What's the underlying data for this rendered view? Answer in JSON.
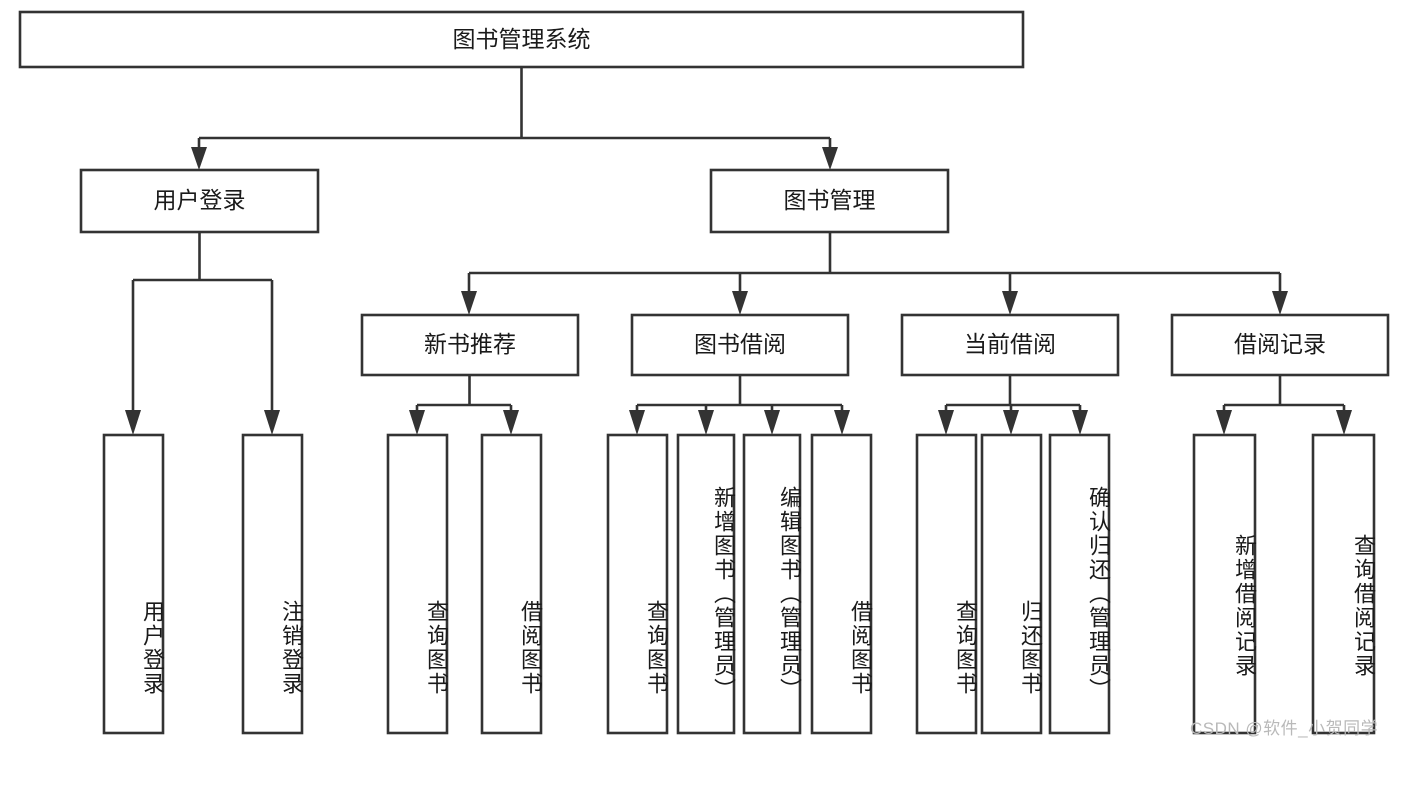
{
  "diagram": {
    "type": "tree",
    "title": "图书管理系统",
    "watermark": "CSDN @软件_小贺同学",
    "colors": {
      "stroke": "#333333",
      "box_fill": "#ffffff",
      "text": "#1a1a1a",
      "watermark": "#b9b9b9",
      "background": "#ffffff"
    },
    "levels": {
      "root": {
        "label": "图书管理系统"
      },
      "level2": [
        {
          "label": "用户登录"
        },
        {
          "label": "图书管理"
        }
      ],
      "level3": [
        {
          "label": "新书推荐"
        },
        {
          "label": "图书借阅"
        },
        {
          "label": "当前借阅"
        },
        {
          "label": "借阅记录"
        }
      ],
      "leaves": {
        "user_login": [
          {
            "label": "用户登录"
          },
          {
            "label": "注销登录"
          }
        ],
        "new_book_recommend": [
          {
            "label": "查询图书"
          },
          {
            "label": "借阅图书"
          }
        ],
        "book_borrow": [
          {
            "label": "查询图书"
          },
          {
            "label": "新增图书（管理员）"
          },
          {
            "label": "编辑图书（管理员）"
          },
          {
            "label": "借阅图书"
          }
        ],
        "current_borrow": [
          {
            "label": "查询图书"
          },
          {
            "label": "归还图书"
          },
          {
            "label": "确认归还（管理员）"
          }
        ],
        "borrow_record": [
          {
            "label": "新增借阅记录"
          },
          {
            "label": "查询借阅记录"
          }
        ]
      }
    }
  }
}
